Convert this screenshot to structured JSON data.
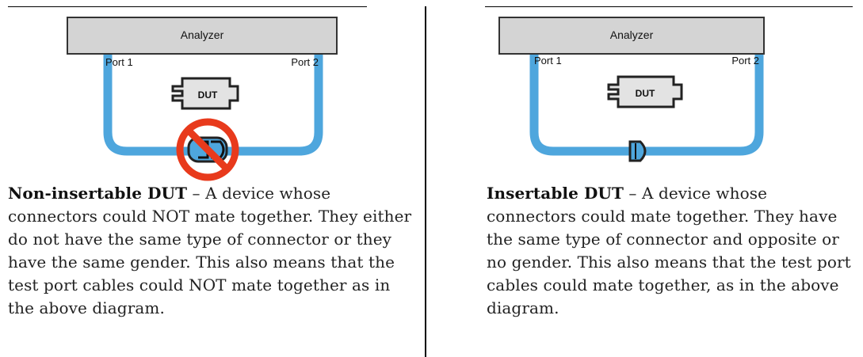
{
  "panels": [
    {
      "analyzer_label": "Analyzer",
      "port1_label": "Port 1",
      "port2_label": "Port 2",
      "dut_label": "DUT",
      "title": "Non-insertable DUT",
      "separator": " – ",
      "description": "A device whose connectors could NOT mate together. They either do not have the same type of connector or they have the same gender. This also means that the test port cables could NOT mate together as in the above diagram."
    },
    {
      "analyzer_label": "Analyzer",
      "port1_label": "Port 1",
      "port2_label": "Port 2",
      "dut_label": "DUT",
      "title": "Insertable DUT",
      "separator": " – ",
      "description": "A device whose connectors could mate together. They have the same type of connector and opposite or no gender. This also means that the test port cables could mate together, as in the above diagram."
    }
  ],
  "colors": {
    "cable": "#4ea6dd",
    "analyzer_fill": "#d4d4d4",
    "dut_fill": "#e3e3e3",
    "prohibit_red": "#e83a1c"
  }
}
